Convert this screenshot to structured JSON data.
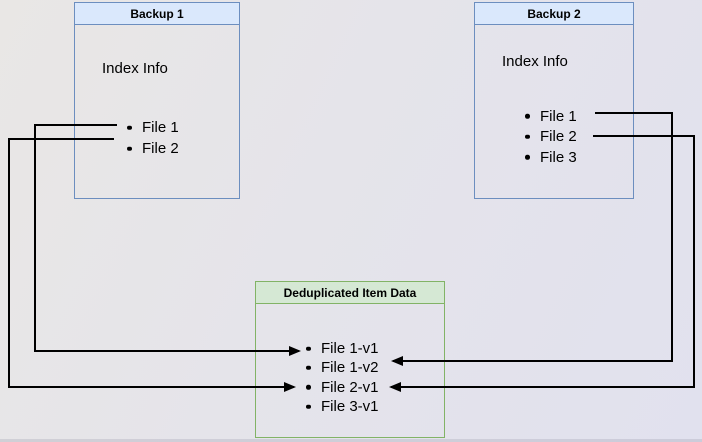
{
  "diagram_title": "Backup deduplication diagram",
  "colors": {
    "blue_stroke": "#6c8ebf",
    "blue_fill": "#dae8fc",
    "green_stroke": "#82b366",
    "green_fill": "#d5e8d4",
    "connector": "#000000",
    "background_start": "#e9e7e5",
    "background_end": "#e1e1ee",
    "text": "#000000"
  },
  "boxes": {
    "backup1": {
      "title": "Backup 1",
      "label": "Index Info",
      "files": [
        "File 1",
        "File 2"
      ]
    },
    "backup2": {
      "title": "Backup 2",
      "label": "Index Info",
      "files": [
        "File 1",
        "File 2",
        "File 3"
      ]
    },
    "dedup": {
      "title": "Deduplicated Item Data",
      "items": [
        "File 1-v1",
        "File 1-v2",
        "File 2-v1",
        "File 3-v1"
      ]
    }
  },
  "connections": [
    {
      "from": "Backup 1 / File 1",
      "to": "File 1-v1",
      "label": "Backup 1 File 1 to File 1-v1"
    },
    {
      "from": "Backup 1 / File 2",
      "to": "File 2-v1",
      "label": "Backup 1 File 2 to File 2-v1"
    },
    {
      "from": "Backup 2 / File 1",
      "to": "File 1-v2",
      "label": "Backup 2 File 1 to File 1-v2"
    },
    {
      "from": "Backup 2 / File 2",
      "to": "File 2-v1",
      "label": "Backup 2 File 2 to File 2-v1"
    }
  ]
}
